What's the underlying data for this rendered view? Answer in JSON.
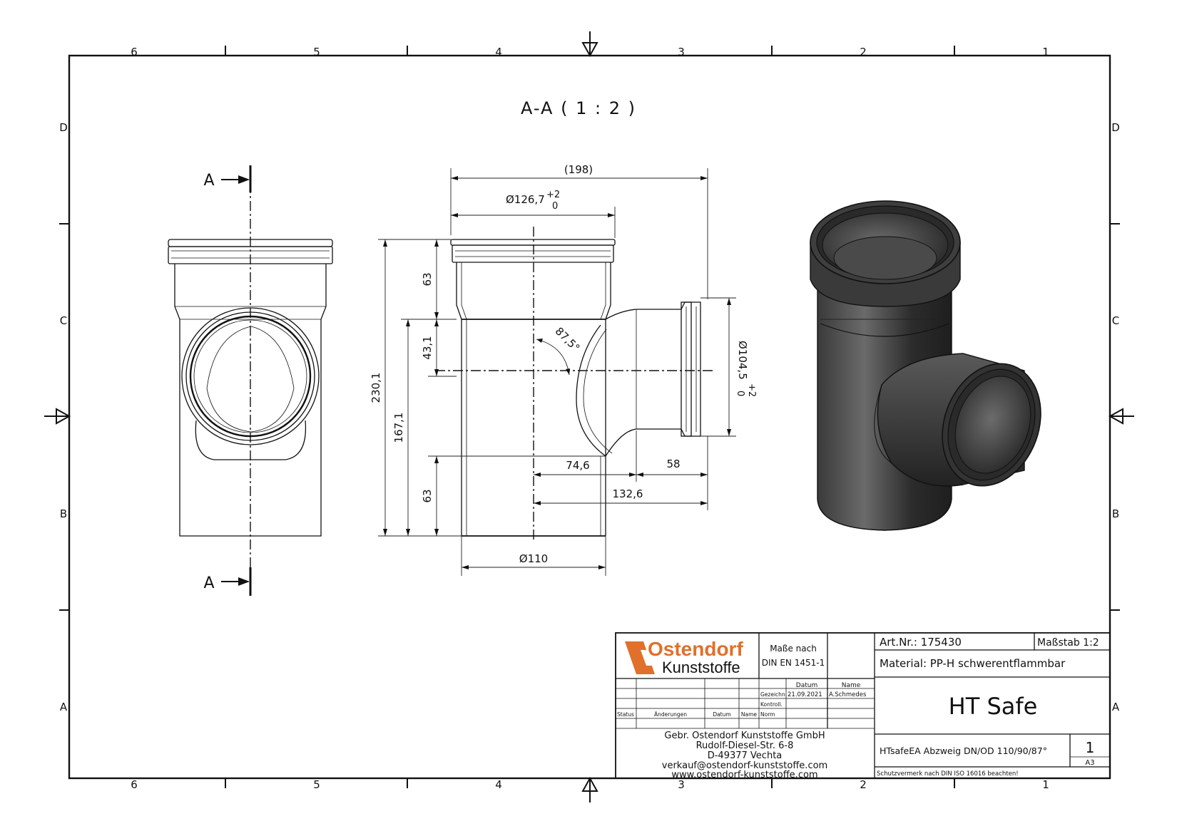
{
  "frame": {
    "columns": [
      "6",
      "5",
      "4",
      "3",
      "2",
      "1"
    ],
    "rows": [
      "D",
      "C",
      "B",
      "A"
    ]
  },
  "section": {
    "title": "A-A ( 1 : 2 )",
    "cut_label": "A"
  },
  "dimensions": {
    "overall_width": "(198)",
    "socket_diameter": "Ø126,7",
    "socket_tol_upper": "+2",
    "socket_tol_lower": "0",
    "top_socket_depth": "63",
    "branch_offset": "43,1",
    "total_height": "230,1",
    "branch_height": "167,1",
    "bottom_socket_depth": "63",
    "angle": "87,5°",
    "branch_socket_diameter": "Ø104,5",
    "branch_tol_upper": "+2",
    "branch_tol_lower": "0",
    "branch_reach_a": "74,6",
    "branch_socket_depth": "58",
    "branch_reach_b": "132,6",
    "pipe_diameter": "Ø110"
  },
  "title_block": {
    "logo_top": "Ostendorf",
    "logo_bottom": "Kunststoffe",
    "norm_line1": "Maße nach",
    "norm_line2": "DIN EN 1451-1",
    "col_datum": "Datum",
    "col_name": "Name",
    "row_gezeichn": "Gezeichn.",
    "gezeichn_date": "21.09.2021",
    "gezeichn_name": "A.Schmedes",
    "row_kontroll": "Kontroll.",
    "row_norm": "Norm",
    "rev_status": "Status",
    "rev_aenderungen": "Änderungen",
    "rev_datum": "Datum",
    "rev_name": "Name",
    "company_line1": "Gebr. Ostendorf Kunststoffe GmbH",
    "company_line2": "Rudolf-Diesel-Str. 6-8",
    "company_line3": "D-49377 Vechta",
    "company_line4": "verkauf@ostendorf-kunststoffe.com",
    "company_line5": "www.ostendorf-kunststoffe.com",
    "art_nr": "Art.Nr.: 175430",
    "scale": "Maßstab 1:2",
    "material": "Material: PP-H schwerentflammbar",
    "product": "HT Safe",
    "description": "HTsafeEA Abzweig DN/OD 110/90/87°",
    "sheet": "1",
    "format": "A3",
    "notice": "Schutzvermerk nach DIN ISO 16016 beachten!"
  },
  "colors": {
    "logo_orange": "#e0702a",
    "pipe_dark": "#2a2a2a",
    "pipe_mid": "#555555",
    "pipe_light": "#8a8a8a"
  }
}
